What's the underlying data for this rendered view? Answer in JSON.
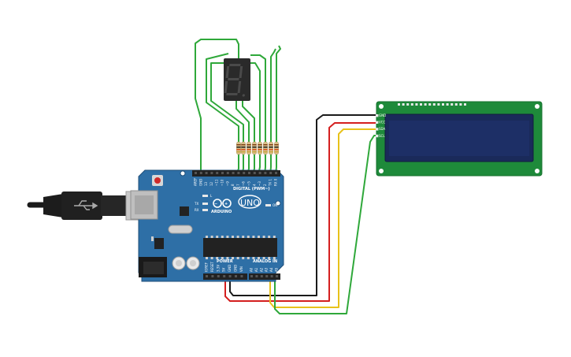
{
  "colors": {
    "board": "#2e6fa6",
    "board_dark": "#1f4f7a",
    "pcb_lcd": "#1e8a3a",
    "lcd_screen": "#1d2f66",
    "wire_green": "#2fa83a",
    "wire_black": "#1a1a1a",
    "wire_red": "#d41f1f",
    "wire_yellow": "#e8c21a",
    "resistor_body": "#d9c08a",
    "seg_display": "#2a2a2a"
  },
  "arduino": {
    "brand": "ARDUINO",
    "model": "UNO",
    "digital_label": "DIGITAL (PWM~)",
    "power_label": "POWER",
    "analog_label": "ANALOG IN",
    "on_label": "ON",
    "led_l": "L",
    "led_tx": "TX",
    "led_rx": "RX",
    "digital_pins": [
      "AREF",
      "GND",
      "13",
      "12",
      "~11",
      "~10",
      "~9",
      "8",
      "7",
      "~6",
      "~5",
      "4",
      "~3",
      "2",
      "TX 1",
      "RX 0"
    ],
    "power_pins": [
      "IOREF",
      "RESET",
      "3.3V",
      "5V",
      "GND",
      "GND",
      "VIN"
    ],
    "analog_pins": [
      "A0",
      "A1",
      "A2",
      "A3",
      "A4",
      "A5"
    ]
  },
  "lcd": {
    "pin_labels": [
      "GND",
      "VCC",
      "SDA",
      "SCL"
    ]
  },
  "icons": {
    "usb": "usb-cable-icon",
    "seven_segment": "seven-segment-icon",
    "resistor": "resistor-icon",
    "lcd": "lcd-icon"
  }
}
